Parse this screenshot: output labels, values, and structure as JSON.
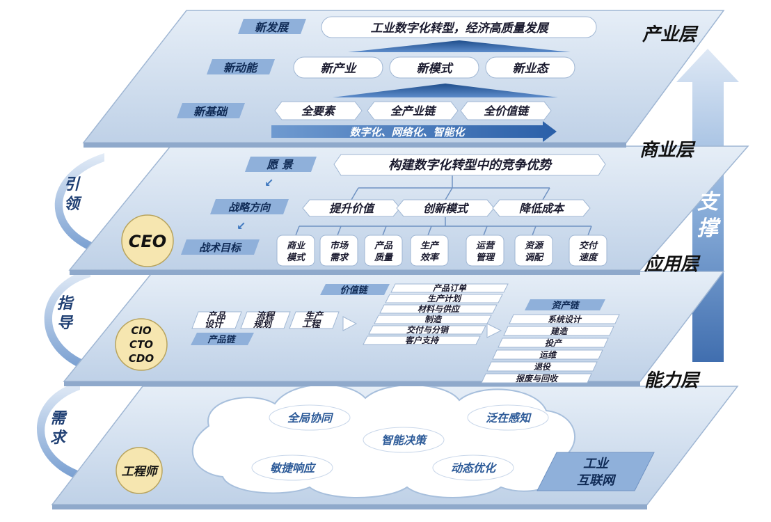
{
  "colors": {
    "plane_top": "#dfe8f4",
    "plane_bottom": "#b7cbe3",
    "plane_edge": "#9fb6d3",
    "dark_blue": "#1f4e8c",
    "mid_blue": "#3f78bf",
    "light_blue_box": "#b9cde6",
    "badge_fill": "#f6e6b0",
    "text_dark": "#1a1a2e",
    "text_white": "#ffffff"
  },
  "layers": {
    "industry": "产业层",
    "business": "商业层",
    "application": "应用层",
    "capability": "能力层"
  },
  "side": {
    "lead": "引领",
    "guide": "指导",
    "demand": "需求",
    "support": "支撑"
  },
  "roles": {
    "ceo": "CEO",
    "cio": "CIO",
    "cto": "CTO",
    "cdo": "CDO",
    "engineer": "工程师"
  },
  "industry": {
    "new_dev_label": "新发展",
    "new_dev_text": "工业数字化转型，经济高质量发展",
    "new_momentum_label": "新动能",
    "momentum_items": [
      "新产业",
      "新模式",
      "新业态"
    ],
    "new_base_label": "新基础",
    "base_items": [
      "全要素",
      "全产业链",
      "全价值链"
    ],
    "base_arrow_text": "数字化、网络化、智能化"
  },
  "business": {
    "vision_label": "愿  景",
    "vision_text": "构建数字化转型中的竞争优势",
    "strategy_label": "战略方向",
    "strategy_items": [
      "提升价值",
      "创新模式",
      "降低成本"
    ],
    "tactic_label": "战术目标",
    "tactic_items": [
      [
        "商业",
        "模式"
      ],
      [
        "市场",
        "需求"
      ],
      [
        "产品",
        "质量"
      ],
      [
        "生产",
        "效率"
      ],
      [
        "运营",
        "管理"
      ],
      [
        "资源",
        "调配"
      ],
      [
        "交付",
        "速度"
      ]
    ]
  },
  "application": {
    "product_chain_label": "产品链",
    "product_items": [
      [
        "产品",
        "设计"
      ],
      [
        "流程",
        "规划"
      ],
      [
        "生产",
        "工程"
      ]
    ],
    "value_chain_label": "价值链",
    "value_items": [
      "产品订单",
      "生产计划",
      "材料与供应",
      "制造",
      "交付与分销",
      "客户支持"
    ],
    "asset_chain_label": "资产链",
    "asset_items": [
      "系统设计",
      "建造",
      "投产",
      "运维",
      "退役",
      "报废与回收"
    ]
  },
  "capability": {
    "cloud_items": [
      "全局协同",
      "泛在感知",
      "智能决策",
      "敏捷响应",
      "动态优化"
    ],
    "platform_line1": "工业",
    "platform_line2": "互联网"
  }
}
